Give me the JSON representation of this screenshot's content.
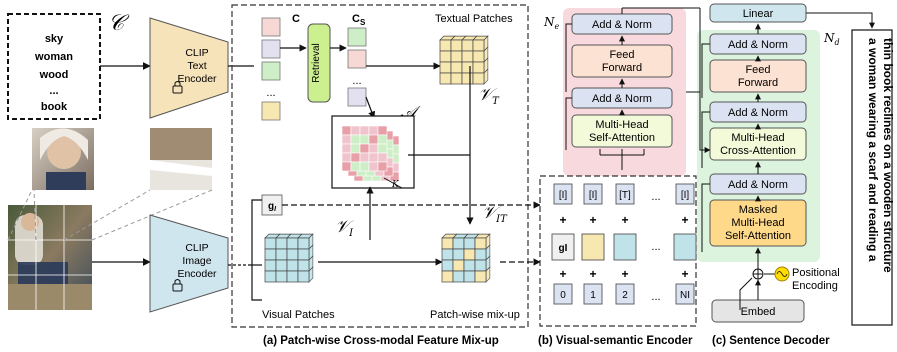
{
  "concepts": {
    "symbol": "𝒞",
    "words": [
      "sky",
      "woman",
      "wood",
      "...",
      "book"
    ]
  },
  "clip_text_encoder": {
    "line1": "CLIP",
    "line2": "Text",
    "line3": "Encoder"
  },
  "clip_image_encoder": {
    "line1": "CLIP",
    "line2": "Image",
    "line3": "Encoder"
  },
  "module_a": {
    "c_label": "C",
    "cs_label": "Cs",
    "retrieval_label": "Retrieval",
    "textual_patches_label": "Textual Patches",
    "vt_label": "𝒱T",
    "a_label": "𝒜",
    "k_label": "K",
    "gi_label": "gI",
    "vi_label": "𝒱I",
    "vit_label": "𝒱IT",
    "visual_patches_label": "Visual Patches",
    "mixup_label": "Patch-wise mix-up",
    "dots": "..."
  },
  "encoder": {
    "n_label": "Ne",
    "add_norm_top": "Add & Norm",
    "ffn_line1": "Feed",
    "ffn_line2": "Forward",
    "add_norm_mid": "Add & Norm",
    "mhsa_line1": "Multi-Head",
    "mhsa_line2": "Self-Attention",
    "token_row1": [
      "[I]",
      "[I]",
      "[T]",
      "...",
      "[I]"
    ],
    "token_row2": [
      "gI",
      "",
      "",
      "...",
      ""
    ],
    "token_row3": [
      "0",
      "1",
      "2",
      "...",
      "NI"
    ],
    "plus": "+"
  },
  "decoder": {
    "n_label": "Nd",
    "linear": "Linear",
    "add_norm_1": "Add & Norm",
    "ffn_line1": "Feed",
    "ffn_line2": "Forward",
    "add_norm_2": "Add & Norm",
    "mhca_line1": "Multi-Head",
    "mhca_line2": "Cross-Attention",
    "add_norm_3": "Add & Norm",
    "mmhsa_line1": "Masked",
    "mmhsa_line2": "Multi-Head",
    "mmhsa_line3": "Self-Attention",
    "pos_line1": "Positional",
    "pos_line2": "Encoding",
    "embed": "Embed"
  },
  "output_caption": {
    "line1": "a woman wearing a scarf and reading a",
    "line2": "thin book reclines on a wooden structure"
  },
  "captions": {
    "a": "(a) Patch-wise Cross-modal Feature Mix-up",
    "b": "(b) Visual-semantic Encoder",
    "c": "(c) Sentence Decoder"
  },
  "colors": {
    "text_encoder": "#f7e3b9",
    "image_encoder": "#cfe6ee",
    "retrieval": "#ccef90",
    "encoder_bg": "#f7d9de",
    "decoder_bg": "#dcf3de",
    "addnorm": "#dbe3f3",
    "ffn": "#fce2d2",
    "mhsa": "#f3fad9",
    "masked": "#ffd98a",
    "patch_blue": "#bfe3e8",
    "patch_yellow": "#f7e7b0",
    "patch_green": "#cdeec6",
    "patch_pink": "#f0c4cc",
    "patch_lavender": "#e3e0f0",
    "pos_circle": "#ffdd00"
  }
}
